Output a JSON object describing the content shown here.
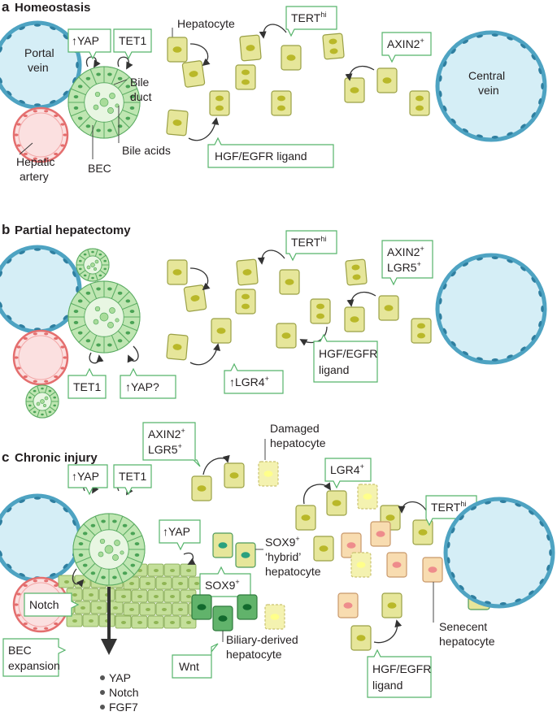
{
  "colors": {
    "hepatocyte_fill": "#e6e69a",
    "hepatocyte_stroke": "#9aa046",
    "nucleus": "#b9b829",
    "vein_fill": "#d5eef6",
    "vein_stroke": "#4ea3c2",
    "artery_fill": "#fbe0e0",
    "artery_stroke": "#e46e6e",
    "bec_fill": "#bfe6b2",
    "bec_stroke": "#5dad64",
    "label_box_stroke": "#56b46b",
    "senescent_fill": "#f8dcb0",
    "senescent_nucleus": "#ee8c8c",
    "biliary_fill": "#61b36b",
    "biliary_nucleus": "#126a2d",
    "sox9_nucleus": "#2aa17e"
  },
  "panels": {
    "a": {
      "letter": "a",
      "title": "Homeostasis",
      "labels": {
        "portal_vein_1": "Portal",
        "portal_vein_2": "vein",
        "central_vein_1": "Central",
        "central_vein_2": "vein",
        "hepatic_artery_1": "Hepatic",
        "hepatic_artery_2": "artery",
        "bile_duct_1": "Bile",
        "bile_duct_2": "duct",
        "bile_acids": "Bile acids",
        "bec": "BEC",
        "hepatocyte": "Hepatocyte"
      },
      "boxes": {
        "yap": "↑YAP",
        "tet1": "TET1",
        "tert": "TERT",
        "tert_sup": "hi",
        "axin2": "AXIN2",
        "axin2_sup": "+",
        "hgf": "HGF/EGFR ligand"
      }
    },
    "b": {
      "letter": "b",
      "title": "Partial hepatectomy",
      "boxes": {
        "tert": "TERT",
        "tert_sup": "hi",
        "axin2_1": "AXIN2",
        "axin2_1_sup": "+",
        "axin2_2": "LGR5",
        "axin2_2_sup": "+",
        "lgr4": "↑LGR4",
        "lgr4_sup": "+",
        "hgf_1": "HGF/EGFR",
        "hgf_2": "ligand",
        "tet1": "TET1",
        "yap": "↑YAP?"
      }
    },
    "c": {
      "letter": "c",
      "title": "Chronic injury",
      "labels": {
        "damaged_1": "Damaged",
        "damaged_2": "hepatocyte",
        "sox9_1": "SOX9",
        "sox9_1_sup": "+",
        "sox9_2": "‘hybrid’",
        "sox9_3": "hepatocyte",
        "senescent_1": "Senecent",
        "senescent_2": "hepatocyte",
        "biliary_1": "Biliary-derived",
        "biliary_2": "hepatocyte",
        "bullets": [
          "YAP",
          "Notch",
          "FGF7"
        ]
      },
      "boxes": {
        "axin2_1": "AXIN2",
        "axin2_1_sup": "+",
        "axin2_2": "LGR5",
        "axin2_2_sup": "+",
        "lgr4": "LGR4",
        "lgr4_sup": "+",
        "tert": "TERT",
        "tert_sup": "hi",
        "yap_1": "↑YAP",
        "tet1": "TET1",
        "yap_2": "↑YAP",
        "sox9": "SOX9",
        "sox9_sup": "+",
        "notch": "Notch",
        "bec_exp_1": "BEC",
        "bec_exp_2": "expansion",
        "wnt": "Wnt",
        "hgf_1": "HGF/EGFR",
        "hgf_2": "ligand"
      }
    }
  }
}
